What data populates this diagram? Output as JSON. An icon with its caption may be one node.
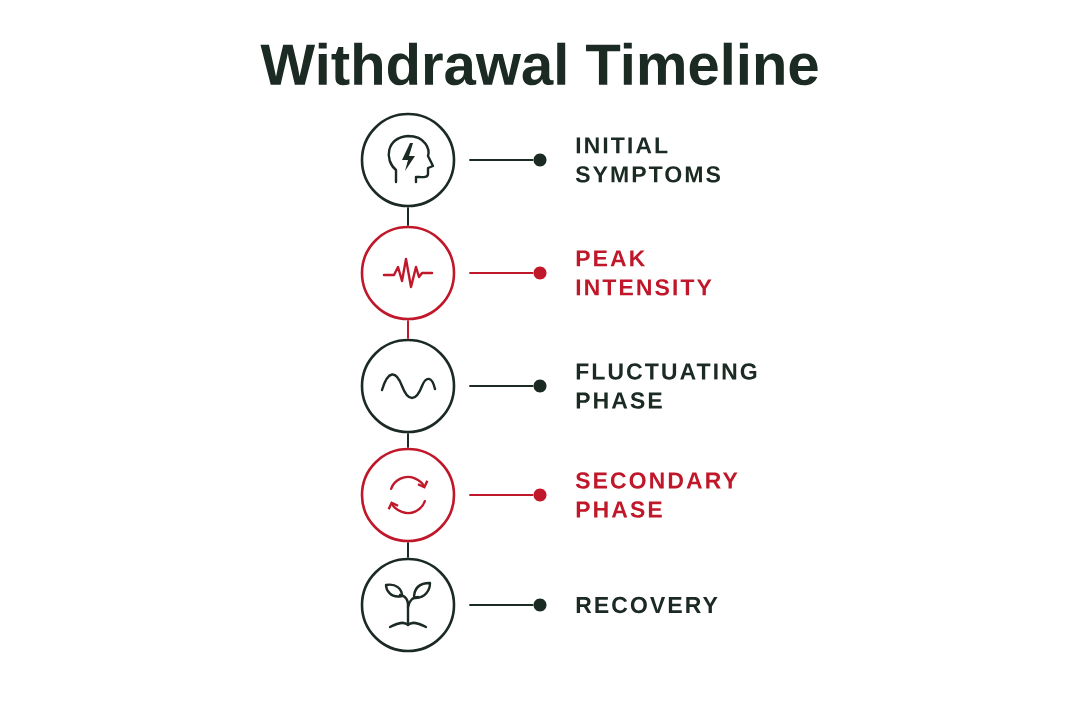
{
  "diagram": {
    "title": "Withdrawal Timeline",
    "nodes": [
      {
        "text": [],
        "shape": "circle"
      },
      {
        "text": [],
        "shape": "dot",
        "beside": [
          "INITIAL SYMPTOMS"
        ]
      },
      {
        "text": [],
        "shape": "circle"
      },
      {
        "text": [],
        "shape": "dot",
        "beside": [
          "PEAK INTENSITY"
        ]
      },
      {
        "text": [],
        "shape": "circle"
      },
      {
        "text": [],
        "shape": "dot",
        "beside": [
          "FLUCTUATING PHASE"
        ]
      },
      {
        "text": [],
        "shape": "circle"
      },
      {
        "text": [],
        "shape": "dot",
        "beside": [
          "SECONDARY PHASE"
        ]
      },
      {
        "text": [],
        "shape": "circle"
      },
      {
        "text": [],
        "shape": "dot",
        "beside": [
          "RECOVERY"
        ]
      }
    ],
    "edges": [
      {
        "from": 0,
        "to": 1,
        "arrow": "none"
      },
      {
        "from": 2,
        "to": 3,
        "arrow": "none",
        "color": "#c0182a"
      },
      {
        "from": 4,
        "to": 5,
        "arrow": "none"
      },
      {
        "from": 6,
        "to": 7,
        "arrow": "none",
        "color": "#c0182a"
      },
      {
        "from": 8,
        "to": 9,
        "arrow": "none"
      },
      {
        "from": 0,
        "to": 2,
        "arrow": "none"
      },
      {
        "from": 2,
        "to": 4,
        "arrow": "none",
        "color": "#c0182a"
      },
      {
        "from": 4,
        "to": 6,
        "arrow": "none"
      },
      {
        "from": 6,
        "to": 8,
        "arrow": "none"
      }
    ]
  }
}
